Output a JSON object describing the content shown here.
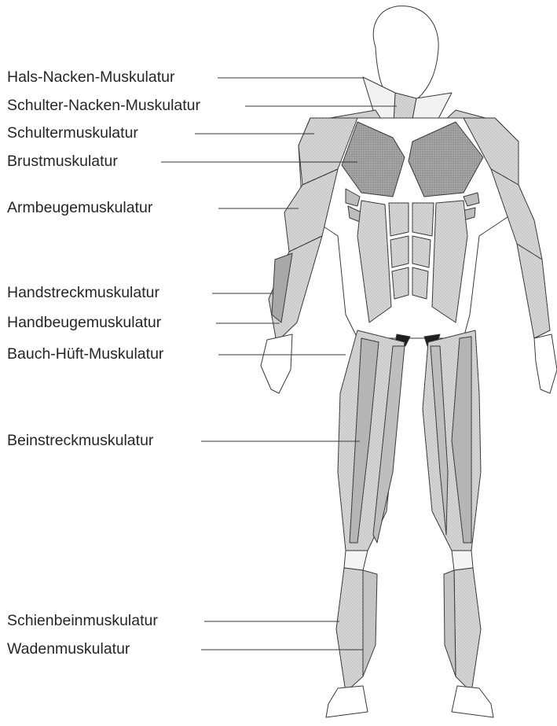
{
  "labels": {
    "neck": "Hals-Nacken-Muskulatur",
    "shoulder_neck": "Schulter-Nacken-Muskulatur",
    "shoulder": "Schultermuskulatur",
    "chest": "Brustmuskulatur",
    "arm_flexor": "Armbeugemuskulatur",
    "hand_extensor": "Handstreckmuskulatur",
    "hand_flexor": "Handbeugemuskulatur",
    "abdomen_hip": "Bauch-Hüft-Muskulatur",
    "leg_extensor": "Beinstreckmuskulatur",
    "shin": "Schienbeinmuskulatur",
    "calf": "Wadenmuskulatur"
  },
  "colors": {
    "outline": "#3a3a3a",
    "muscle_light": "#d2d2d2",
    "muscle_mid": "#b8b8b8",
    "muscle_dark": "#8f8f8f",
    "tendon": "#f4f4f4",
    "hip_dark": "#1e1e1e"
  }
}
